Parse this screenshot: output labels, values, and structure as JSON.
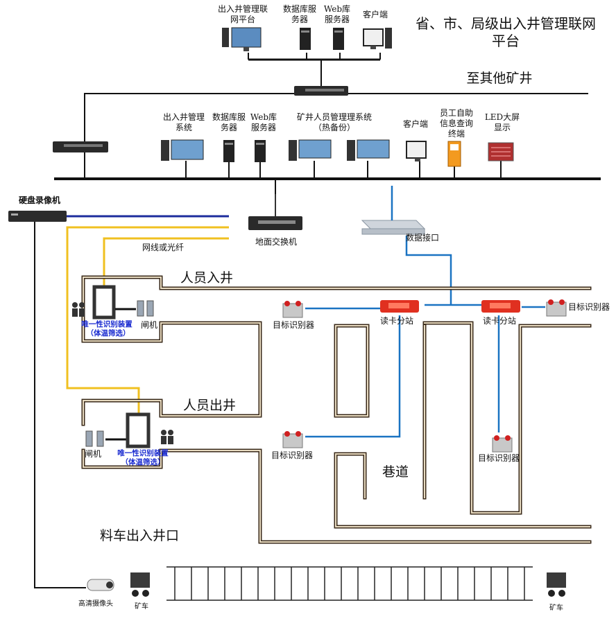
{
  "top": {
    "title": "省、市、局级出入井管理联网平台",
    "platform": "出入井管理联网平台",
    "db_server": "数据库服务器",
    "web_server": "Web库服务器",
    "client": "客户端"
  },
  "to_other_mines": "至其他矿井",
  "mine": {
    "access_system": "出入井管理系统",
    "db_server": "数据库服务器",
    "web_server": "Web库服务器",
    "personnel_system": "矿井人员管理理系统（热备份）",
    "client": "客户端",
    "self_service": "员工自助信息查询终端",
    "led": "LED大屏显示"
  },
  "nvr": "硬盘录像机",
  "ground_switch": "地面交换机",
  "cable": "网线或光纤",
  "data_interface": "数据接口",
  "entry_label": "人员入井",
  "exit_label": "人员出井",
  "id_device": "唯一性识别装置",
  "temp_screen": "（体温筛选）",
  "gate": "闸机",
  "card_station": "读卡分站",
  "target_identifier": "目标识别器",
  "roadway": "巷道",
  "cart_entrance": "料车出入井口",
  "hd_camera": "高清摄像头",
  "mine_cart": "矿车",
  "colors": {
    "network": "#111111",
    "blue_link": "#1a73c2",
    "yellow_link": "#f0c020",
    "nvr_link": "#1c2c9c",
    "tunnel": "#d8c8a8"
  }
}
